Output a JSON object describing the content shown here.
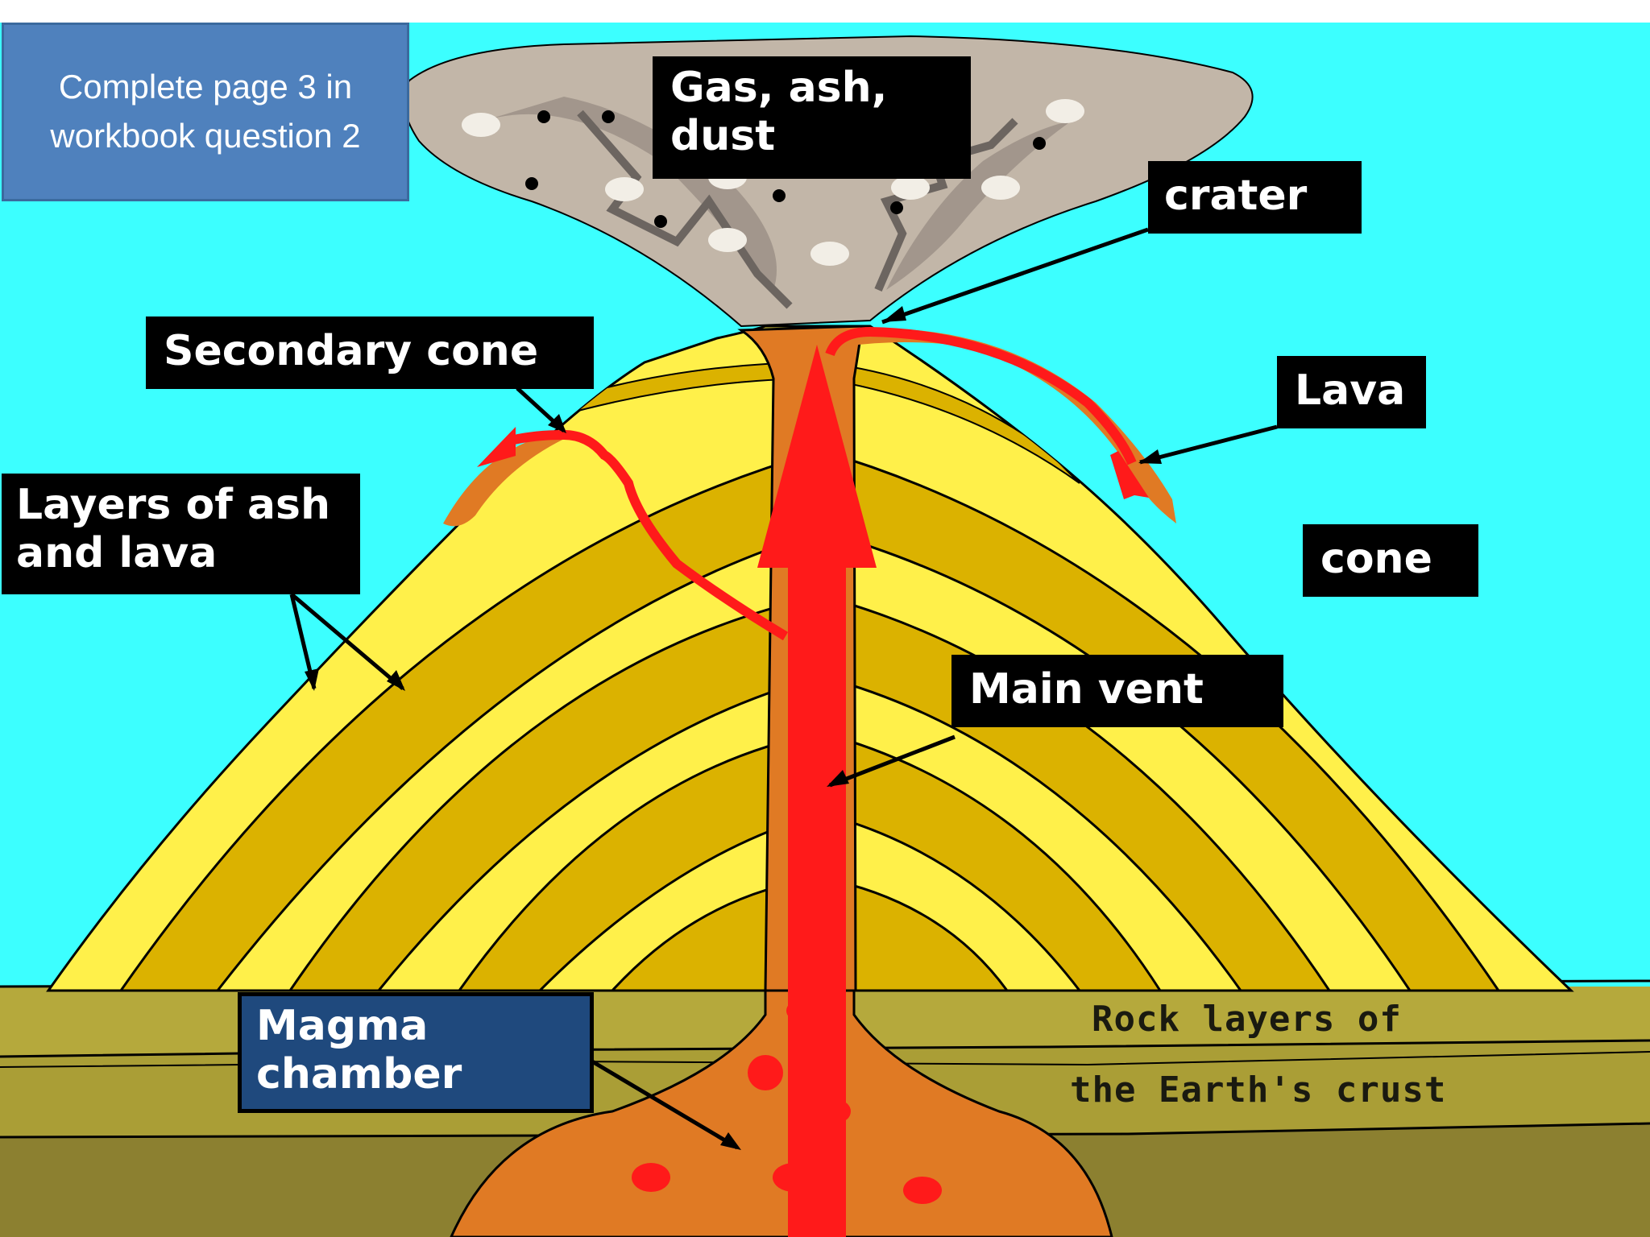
{
  "instruction": {
    "line1": "Complete page 3 in",
    "line2": "workbook question 2"
  },
  "labels": {
    "gas_line1": "Gas, ash,",
    "gas_line2": "dust",
    "crater": "crater",
    "secondary_cone": "Secondary cone",
    "lava": "Lava",
    "layers_line1": "Layers of ash",
    "layers_line2": "and lava",
    "cone": "cone",
    "main_vent": "Main vent",
    "magma_line1": "Magma",
    "magma_line2": "chamber",
    "crust_line1": "Rock layers of",
    "crust_line2": "the Earth's crust"
  },
  "colors": {
    "sky": "#3cffff",
    "ash_cloud": "#c2b6a8",
    "light_layer": "#fff04a",
    "dark_layer": "#dbb200",
    "magma": "#e07a24",
    "lava_arrow": "#ff1a1a",
    "crust_light": "#b5a93c",
    "crust_dark": "#8c8030",
    "note_box": "#4f81bd",
    "magma_label": "#1f497d"
  }
}
